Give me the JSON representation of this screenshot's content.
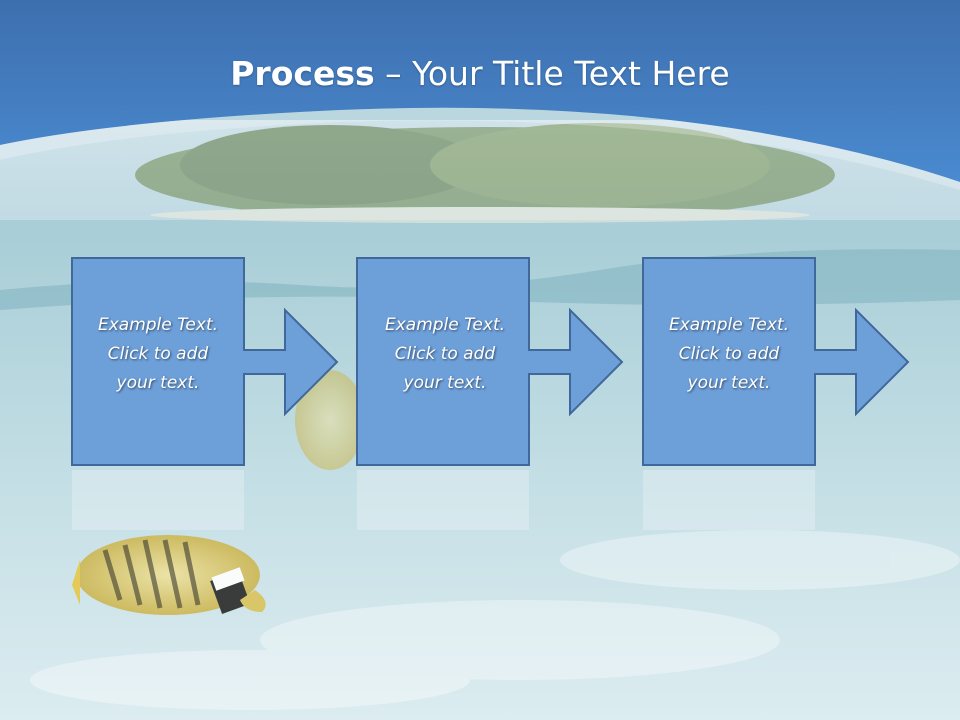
{
  "slide": {
    "title_bold": "Process",
    "title_rest": " – Your Title Text Here",
    "steps": [
      {
        "line1": "Example Text.",
        "line2": "Click  to add",
        "line3": "your text."
      },
      {
        "line1": "Example Text.",
        "line2": "Click  to add",
        "line3": "your text."
      },
      {
        "line1": "Example Text.",
        "line2": "Click  to add",
        "line3": "your text."
      }
    ]
  },
  "colors": {
    "header_blue": "#3f7ec4",
    "box_fill": "#6d9fd9",
    "box_stroke": "#41689a",
    "water": "#b8d6dd"
  },
  "icons": [
    "island-image",
    "fish-image",
    "arrow-right-icon"
  ]
}
